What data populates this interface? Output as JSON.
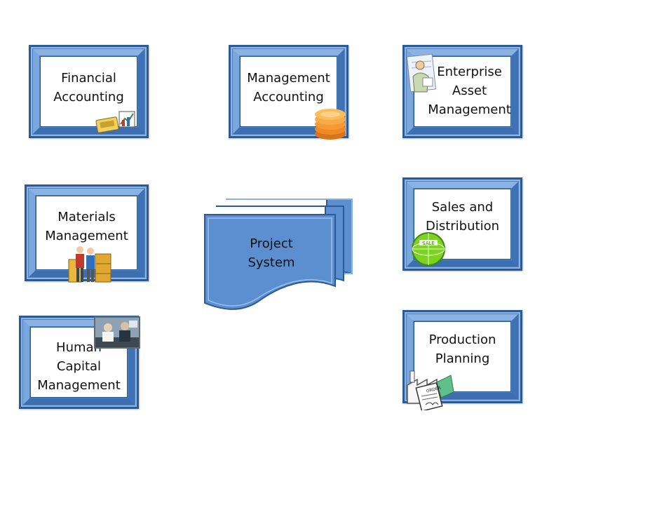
{
  "modules": {
    "financial_accounting": {
      "line1": "Financial",
      "line2": "Accounting"
    },
    "management_accounting": {
      "line1": "Management",
      "line2": "Accounting"
    },
    "enterprise_asset_management": {
      "line1": "Enterprise",
      "line2": "Asset",
      "line3": "Management"
    },
    "materials_management": {
      "line1": "Materials",
      "line2": "Management"
    },
    "project_system": {
      "line1": "Project",
      "line2": "System"
    },
    "sales_and_distribution": {
      "line1": "Sales and",
      "line2": "Distribution"
    },
    "human_capital_management": {
      "line1": "Human",
      "line2": "Capital",
      "line3": "Management"
    },
    "production_planning": {
      "line1": "Production",
      "line2": "Planning"
    }
  },
  "clipart": {
    "financial_accounting": "money-chart-icon",
    "management_accounting": "coin-stack-icon",
    "enterprise_asset_management": "worker-blueprint-icon",
    "materials_management": "workers-crates-icon",
    "sales_and_distribution": "sales-globe-icon",
    "human_capital_management": "office-photo-icon",
    "production_planning": "factory-order-icon"
  },
  "colors": {
    "frame": "#4f81bd",
    "frame_dark": "#2c5a94",
    "frame_light": "#8ab2e4",
    "document_fill": "#5b8fd0"
  }
}
